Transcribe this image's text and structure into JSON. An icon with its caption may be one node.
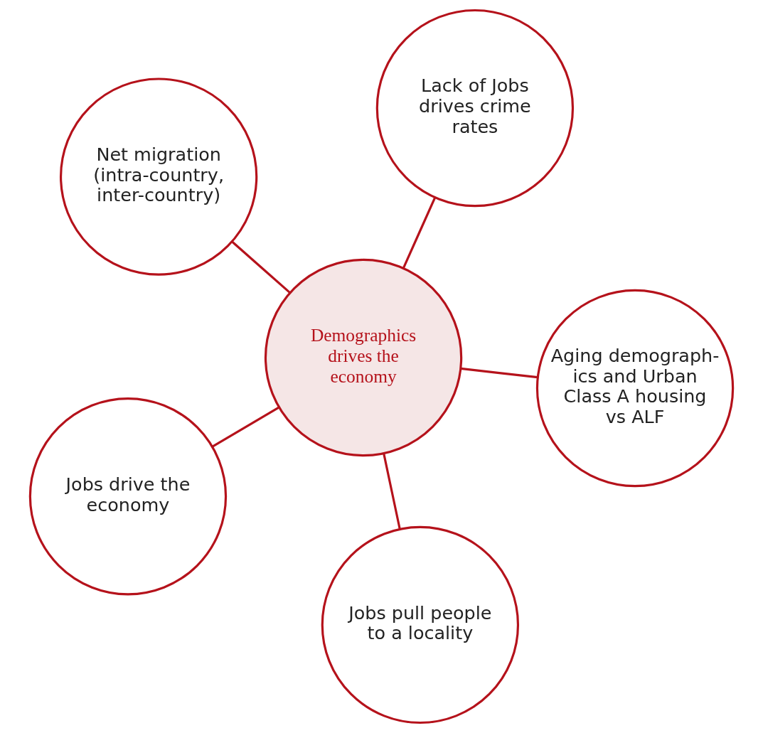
{
  "diagram": {
    "nodes": [
      {
        "text": [
          "Net migration (intra-country, inter-country)"
        ]
      },
      {
        "text": [
          "Aging demograph- ics and Urban Class A housing vs ALF"
        ]
      },
      {
        "text": [
          "Jobs pull people to a locality"
        ]
      },
      {
        "text": [
          "Demographics drives the economy"
        ]
      },
      {
        "text": [
          "Lack of Jobs drives crime rates"
        ]
      },
      {
        "text": [
          "Jobs drive the economy"
        ]
      }
    ],
    "edges": [
      {
        "from": 3,
        "to": 0,
        "arrow": "none"
      },
      {
        "from": 3,
        "to": 1,
        "arrow": "none"
      },
      {
        "from": 3,
        "to": 2,
        "arrow": "none"
      },
      {
        "from": 3,
        "to": 4,
        "arrow": "none"
      },
      {
        "from": 3,
        "to": 5,
        "arrow": "none"
      }
    ]
  }
}
